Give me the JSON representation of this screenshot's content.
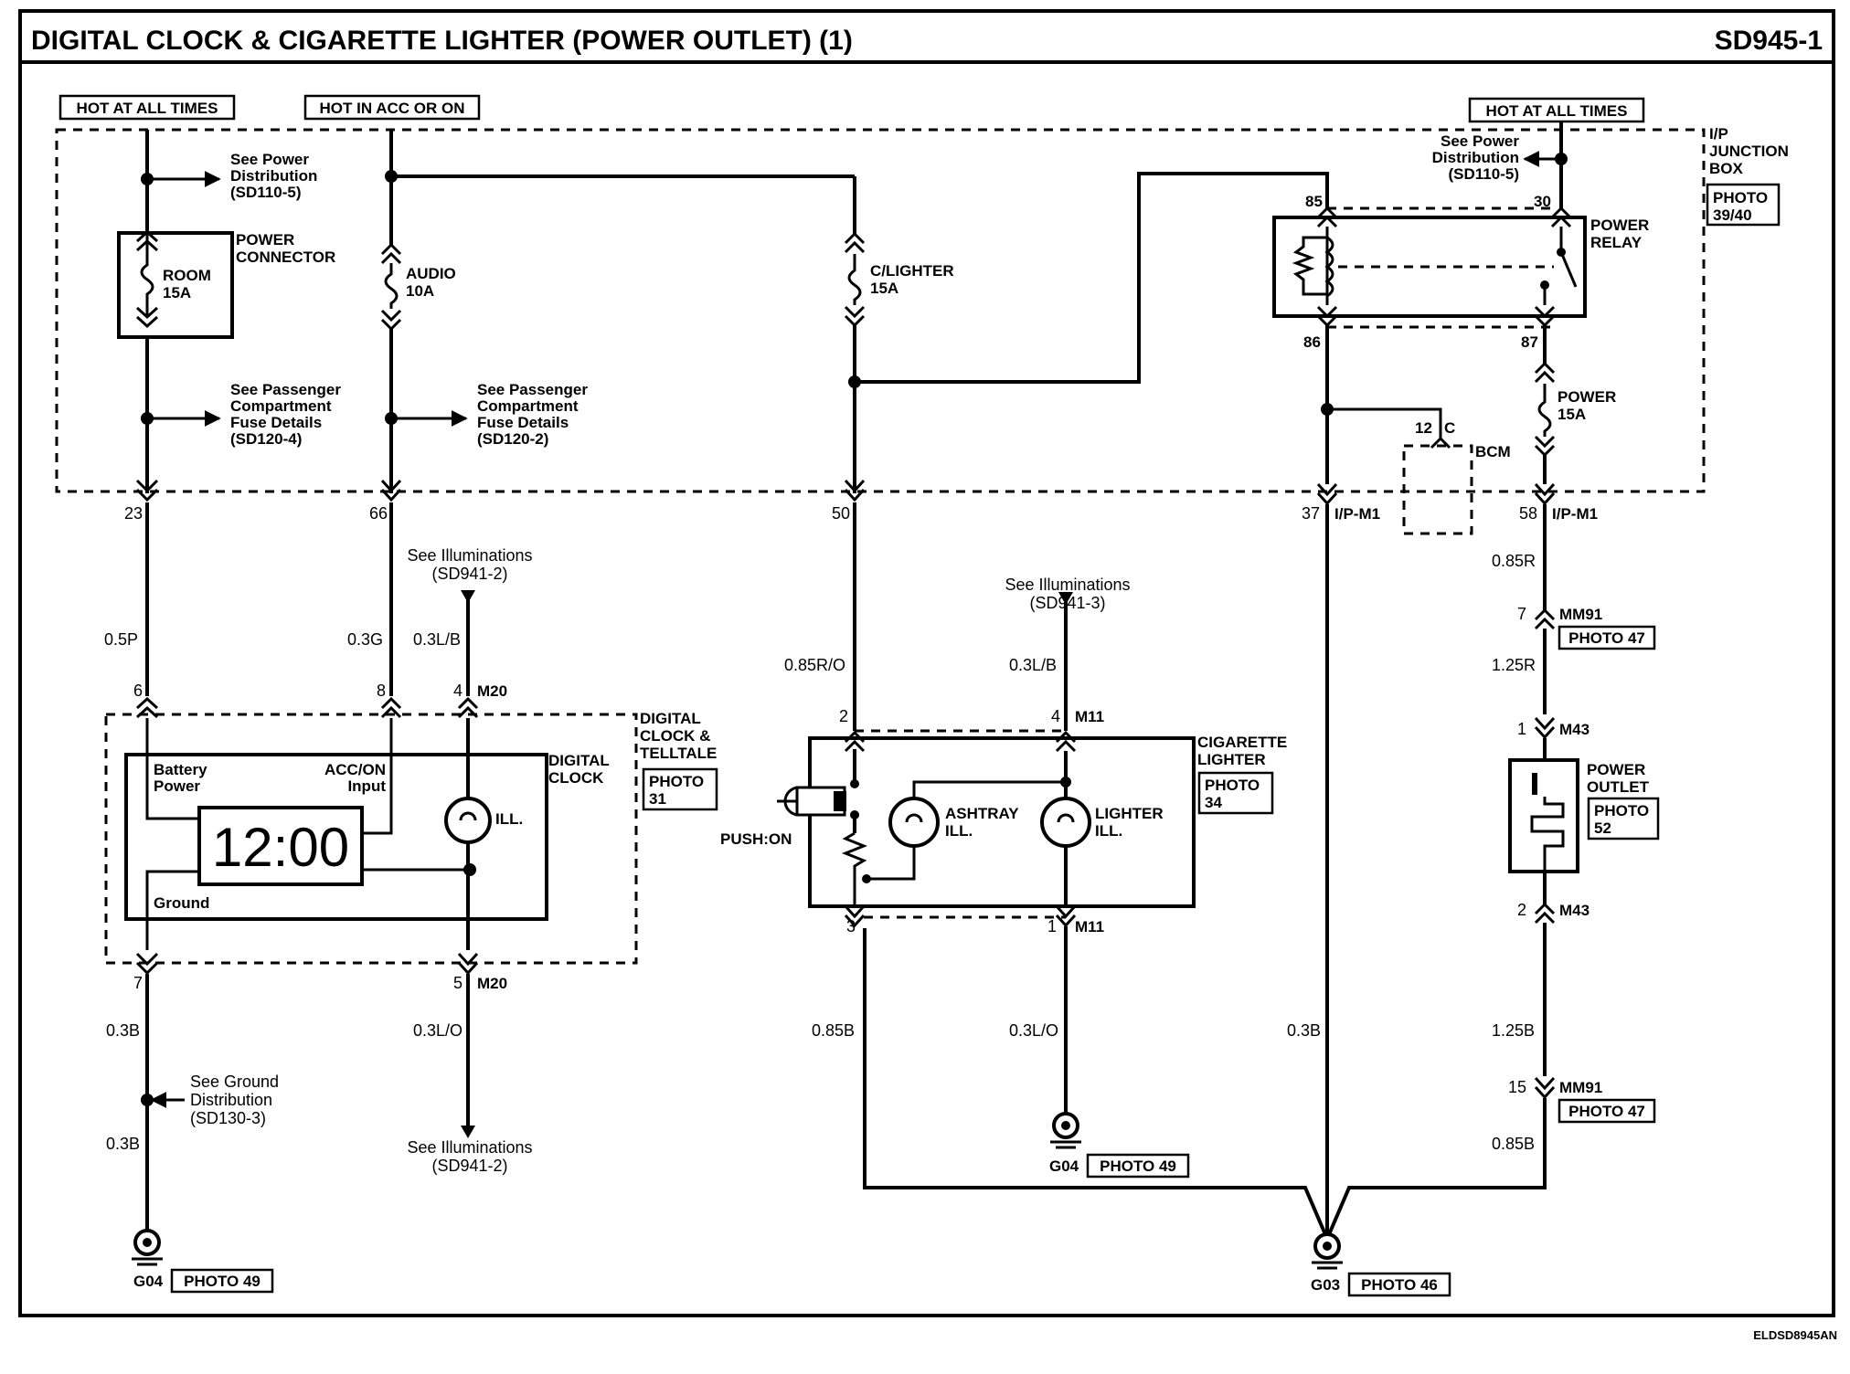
{
  "header": {
    "title": "DIGITAL CLOCK & CIGARETTE LIGHTER (POWER OUTLET) (1)",
    "code": "SD945-1"
  },
  "footer": {
    "code": "ELDSD8945AN"
  },
  "power_sources": {
    "hot_all_times_left": "HOT AT ALL TIMES",
    "hot_acc_on": "HOT IN ACC OR ON",
    "hot_all_times_right": "HOT AT ALL TIMES"
  },
  "junction_box": {
    "label": "I/P JUNCTION BOX",
    "photo": "PHOTO 39/40"
  },
  "references": {
    "power_dist_left": "See Power Distribution (SD110-5)",
    "power_dist_right": "See Power Distribution (SD110-5)",
    "pass_fuse_1": "See Passenger Compartment Fuse Details (SD120-4)",
    "pass_fuse_2": "See Passenger Compartment Fuse Details (SD120-2)",
    "illum_1": "See Illuminations (SD941-2)",
    "illum_2": "See Illuminations (SD941-3)",
    "illum_3": "See Illuminations (SD941-2)",
    "ground_dist": "See Ground Distribution (SD130-3)"
  },
  "fuses": {
    "room": {
      "name": "ROOM",
      "rating": "15A"
    },
    "audio": {
      "name": "AUDIO",
      "rating": "10A"
    },
    "clighter": {
      "name": "C/LIGHTER",
      "rating": "15A"
    },
    "power": {
      "name": "POWER",
      "rating": "15A"
    }
  },
  "power_connector": "POWER CONNECTOR",
  "relay": {
    "name": "POWER RELAY",
    "pins": {
      "p85": "85",
      "p30": "30",
      "p86": "86",
      "p87": "87"
    }
  },
  "bcm": {
    "name": "BCM",
    "pin": "12",
    "connector": "C"
  },
  "jb_pins": {
    "p23": "23",
    "p66": "66",
    "p50": "50",
    "p37": "37",
    "p58": "58",
    "conn": "I/P-M1"
  },
  "wires": {
    "w05p": "0.5P",
    "w03g": "0.3G",
    "w03lb_1": "0.3L/B",
    "w085ro": "0.85R/O",
    "w03lb_2": "0.3L/B",
    "w085r": "0.85R",
    "w125r": "1.25R",
    "w03b_1": "0.3B",
    "w03b_2": "0.3B",
    "w03lo_1": "0.3L/O",
    "w085b": "0.85B",
    "w03lo_2": "0.3L/O",
    "w03b_3": "0.3B",
    "w125b": "1.25B",
    "w085b_2": "0.85B"
  },
  "connectors": {
    "m20": "M20",
    "m11": "M11",
    "mm91": "MM91",
    "m43": "M43",
    "pins": {
      "clk6": "6",
      "clk8": "8",
      "clk4": "4",
      "clk7": "7",
      "clk5": "5",
      "cig2": "2",
      "cig4": "4",
      "cig3": "3",
      "cig1": "1",
      "mm91_7": "7",
      "m43_1": "1",
      "m43_2": "2",
      "mm91_15": "15"
    }
  },
  "clock": {
    "name": "DIGITAL CLOCK",
    "group": "DIGITAL CLOCK & TELLTALE",
    "photo": "PHOTO 31",
    "display": "12:00",
    "battery": "Battery Power",
    "acc": "ACC/ON Input",
    "ground": "Ground",
    "ill": "ILL."
  },
  "cigarette": {
    "name": "CIGARETTE LIGHTER",
    "photo": "PHOTO 34",
    "push": "PUSH:ON",
    "ashtray": "ASHTRAY ILL.",
    "lighter": "LIGHTER ILL."
  },
  "outlet": {
    "name": "POWER OUTLET",
    "photo": "PHOTO 52"
  },
  "photos": {
    "mm91_a": "PHOTO 47",
    "mm91_b": "PHOTO 47"
  },
  "grounds": {
    "g04_left": {
      "id": "G04",
      "photo": "PHOTO 49"
    },
    "g04_mid": {
      "id": "G04",
      "photo": "PHOTO 49"
    },
    "g03": {
      "id": "G03",
      "photo": "PHOTO 46"
    }
  }
}
